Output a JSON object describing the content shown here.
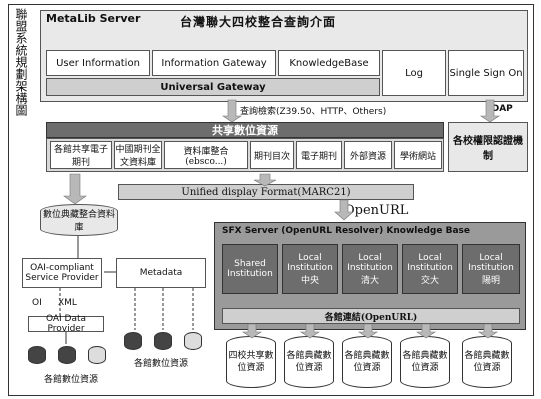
{
  "side_label": "聯盟系統規劃架構圖",
  "server_title": "MetaLib Server",
  "center_title": "台灣聯大四校整合查詢介面",
  "top_modules": [
    "User Information",
    "Information Gateway",
    "KnowledgeBase",
    "Log",
    "Single Sign On"
  ],
  "universal_gateway": "Universal Gateway",
  "protocol_line": "查詢檢索(Z39.50、HTTP、Others)",
  "ldap": "LDAP",
  "resource_bar": "共享數位資源",
  "resource_items": [
    "各館共享電子期刊",
    "中國期刊全文資料庫",
    "資料庫整合(ebsco...)",
    "期刊目次",
    "電子期刊",
    "外部資源",
    "學術網站"
  ],
  "auth_box": "各校權限認證機制",
  "unified_display": "Unified display Format(MARC21)",
  "openurl": "OpenURL",
  "left_cylinder": "數位典藏整合資料庫",
  "oai_sp": "OAI-compliant Service Provider",
  "metadata": "Metadata",
  "oai_dp": "OAI Data Provider",
  "sfx_title": "SFX Server (OpenURL Resolver) Knowledge Base",
  "sfx_boxes": [
    "Shared Institution",
    "Local Institution 中央",
    "Local Institution 清大",
    "Local Institution 交大",
    "Local Institution 陽明"
  ],
  "sfx_bottom": "各館連結(OpenURL)",
  "bottom_dbs": [
    "四校共享數位資源",
    "各館典藏數位資源",
    "各館典藏數位資源",
    "各館典藏數位資源",
    "各館典藏數位資源"
  ],
  "left_db_label": "各館數位資源",
  "mid_db_label": "各館數位資源",
  "arrow_labels": [
    "OI",
    "XML"
  ]
}
